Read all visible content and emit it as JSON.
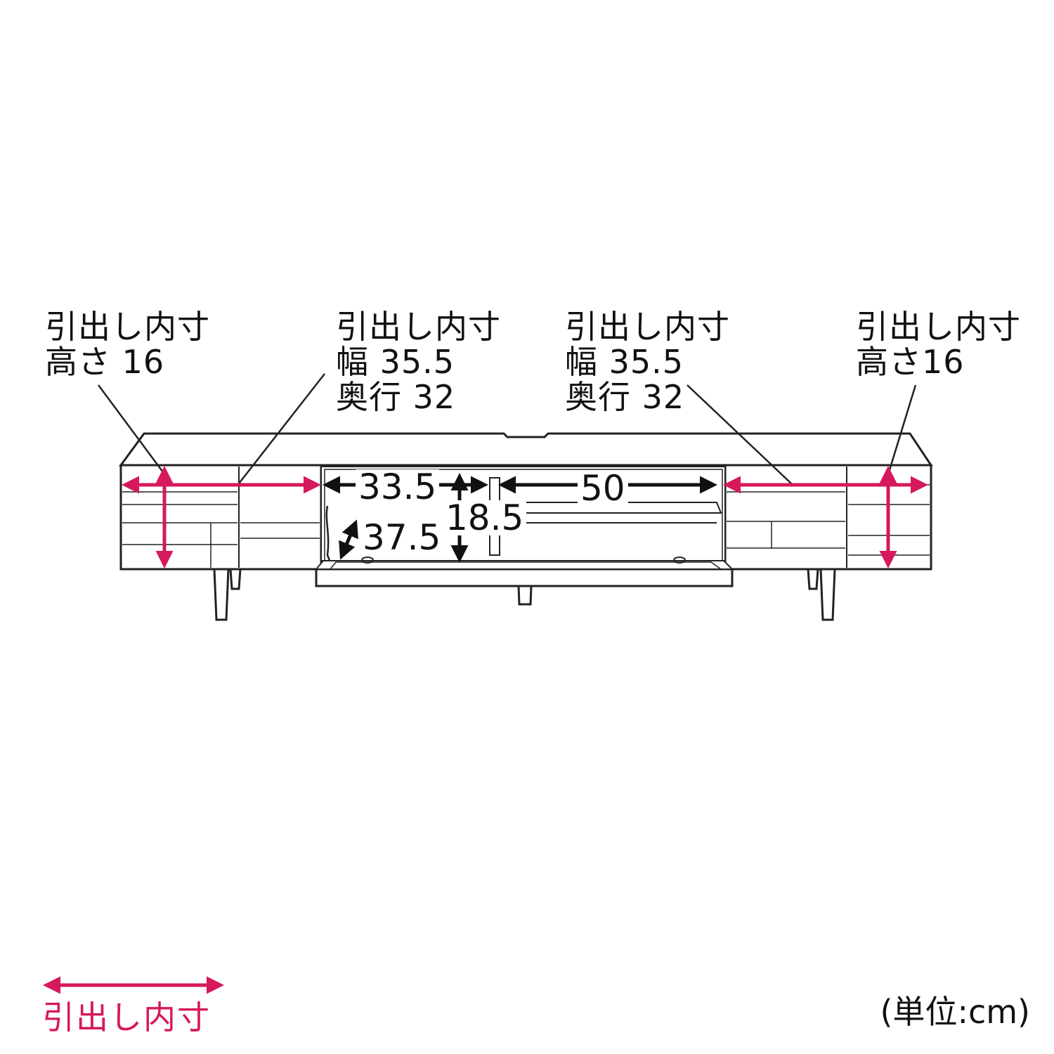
{
  "colors": {
    "accent": "#d6185c",
    "line": "#222222"
  },
  "labels": {
    "left_drawer": {
      "line1": "引出し内寸",
      "line2": "高さ 16"
    },
    "center_left": {
      "line1": "引出し内寸",
      "line2": "幅 35.5",
      "line3": "奥行 32"
    },
    "center_right": {
      "line1": "引出し内寸",
      "line2": "幅 35.5",
      "line3": "奥行 32"
    },
    "right_drawer": {
      "line1": "引出し内寸",
      "line2": "高さ16"
    }
  },
  "dimensions": {
    "compartment_width": "33.5",
    "compartment_height": "18.5",
    "compartment_depth": "37.5",
    "shelf_width": "50"
  },
  "legend": {
    "text": "引出し内寸",
    "unit": "(単位:cm)"
  }
}
